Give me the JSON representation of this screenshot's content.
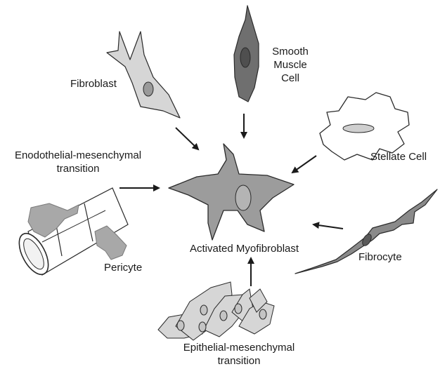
{
  "labels": {
    "fibroblast": "Fibroblast",
    "smooth_muscle_line1": "Smooth",
    "smooth_muscle_line2": "Muscle",
    "smooth_muscle_line3": "Cell",
    "stellate": "Stellate Cell",
    "endothelial_line1": "Enodothelial-mesenchymal",
    "endothelial_line2": "transition",
    "pericyte": "Pericyte",
    "activated": "Activated Myofibroblast",
    "fibrocyte": "Fibrocyte",
    "epithelial_line1": "Epithelial-mesenchymal",
    "epithelial_line2": "transition"
  },
  "colors": {
    "light_cell": "#d6d6d6",
    "dark_cell": "#6f6f6f",
    "white_cell": "#ffffff",
    "central_cell": "#9c9c9c",
    "pericyte": "#a8a8a8",
    "outline": "#2a2a2a"
  }
}
